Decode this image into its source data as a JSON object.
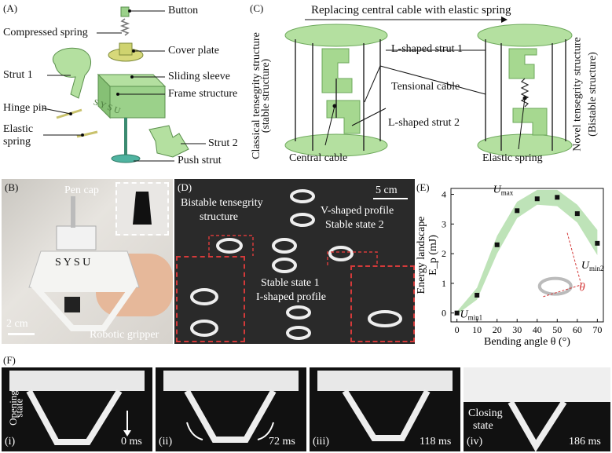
{
  "panels": {
    "a": {
      "tag": "(A)",
      "labels": [
        "Button",
        "Compressed spring",
        "Cover plate",
        "Strut 1",
        "Sliding sleeve",
        "Frame structure",
        "Hinge pin",
        "Elastic spring",
        "Strut 2",
        "Push strut"
      ],
      "sysu": "S Y S U"
    },
    "c": {
      "tag": "(C)",
      "title": "Replacing central cable with elastic spring",
      "left_side": "Classical tensegrity structure",
      "left_side2": "(stable structure)",
      "right_side": "Novel tensegrity structure",
      "right_side2": "(Bistable structure)",
      "strut1": "L-shaped strut 1",
      "cable": "Tensional cable",
      "strut2": "L-shaped strut 2",
      "central": "Central cable",
      "elastic": "Elastic spring"
    },
    "b": {
      "tag": "(B)",
      "pen_cap": "Pen cap",
      "sysu": "S Y S U",
      "scale": "2 cm",
      "gripper": "Robotic gripper"
    },
    "d": {
      "tag": "(D)",
      "bistable": "Bistable tensegrity",
      "structure": "structure",
      "scale": "5 cm",
      "vshape": "V-shaped profile",
      "state2": "Stable state 2",
      "state1": "Stable state 1",
      "ishape": "I-shaped profile"
    },
    "e": {
      "tag": "(E)"
    },
    "f": {
      "tag": "(F)",
      "opening": "Opening",
      "state": "state",
      "closing": "Closing",
      "closing_state": "state",
      "frames": [
        {
          "roman": "(i)",
          "time": "0 ms"
        },
        {
          "roman": "(ii)",
          "time": "72 ms"
        },
        {
          "roman": "(iii)",
          "time": "118 ms"
        },
        {
          "roman": "(iv)",
          "time": "186 ms"
        }
      ]
    }
  },
  "chart_data": {
    "type": "scatter",
    "ylabel": "Energy landscape",
    "ylabel2": "E_p (mJ)",
    "xlabel": "Bending angle θ (°)",
    "xlim": [
      -3,
      73
    ],
    "ylim": [
      -0.3,
      4.2
    ],
    "xticks": [
      0,
      10,
      20,
      30,
      40,
      50,
      60,
      70
    ],
    "yticks": [
      0,
      1,
      2,
      3,
      4
    ],
    "x": [
      0,
      10,
      20,
      30,
      40,
      50,
      60,
      70
    ],
    "y": [
      0.0,
      0.6,
      2.3,
      3.45,
      3.85,
      3.9,
      3.35,
      2.35
    ],
    "band_upper": [
      0.05,
      0.85,
      2.6,
      3.75,
      4.15,
      4.15,
      3.65,
      2.8
    ],
    "band_lower": [
      -0.05,
      0.45,
      2.0,
      3.2,
      3.65,
      3.6,
      3.05,
      1.95
    ],
    "annotations": {
      "umax": "U",
      "umax_sub": "max",
      "umin1": "U",
      "umin1_sub": "min1",
      "umin2": "U",
      "umin2_sub": "min2",
      "theta": "θ"
    },
    "colors": {
      "band": "#a8d9a0",
      "point": "#111111",
      "theta": "#d43a3a"
    }
  }
}
